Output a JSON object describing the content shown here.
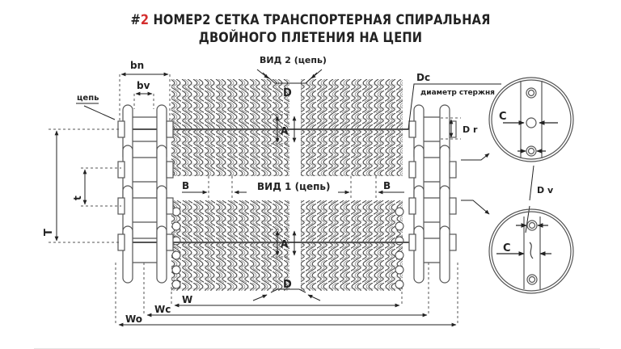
{
  "title": {
    "hash": "#",
    "number": "2",
    "line1_rest": " НОМЕР2 СЕТКА ТРАНСПОРТЕРНАЯ СПИРАЛЬНАЯ",
    "line2": "ДВОЙНОГО ПЛЕТЕНИЯ НА ЦЕПИ"
  },
  "colors": {
    "accent": "#d42e2e",
    "ink": "#222222",
    "line": "#555555"
  },
  "labels": {
    "bn": "bn",
    "bv": "bv",
    "chain": "цепь",
    "view2": "ВИД 2 (цепь)",
    "D_top": "D",
    "A_top": "A",
    "Dc": "Dc",
    "rod_diameter": "диаметр стержня",
    "Dr": "D r",
    "C_top": "C",
    "view1": "ВИД 1 (цепь)",
    "B_left": "B",
    "B_right": "B",
    "t": "t",
    "T": "T",
    "Dv": "D v",
    "A_bottom": "A",
    "C_bottom": "C",
    "D_bottom": "D",
    "W": "W",
    "Wc": "Wc",
    "Wo": "Wo"
  }
}
